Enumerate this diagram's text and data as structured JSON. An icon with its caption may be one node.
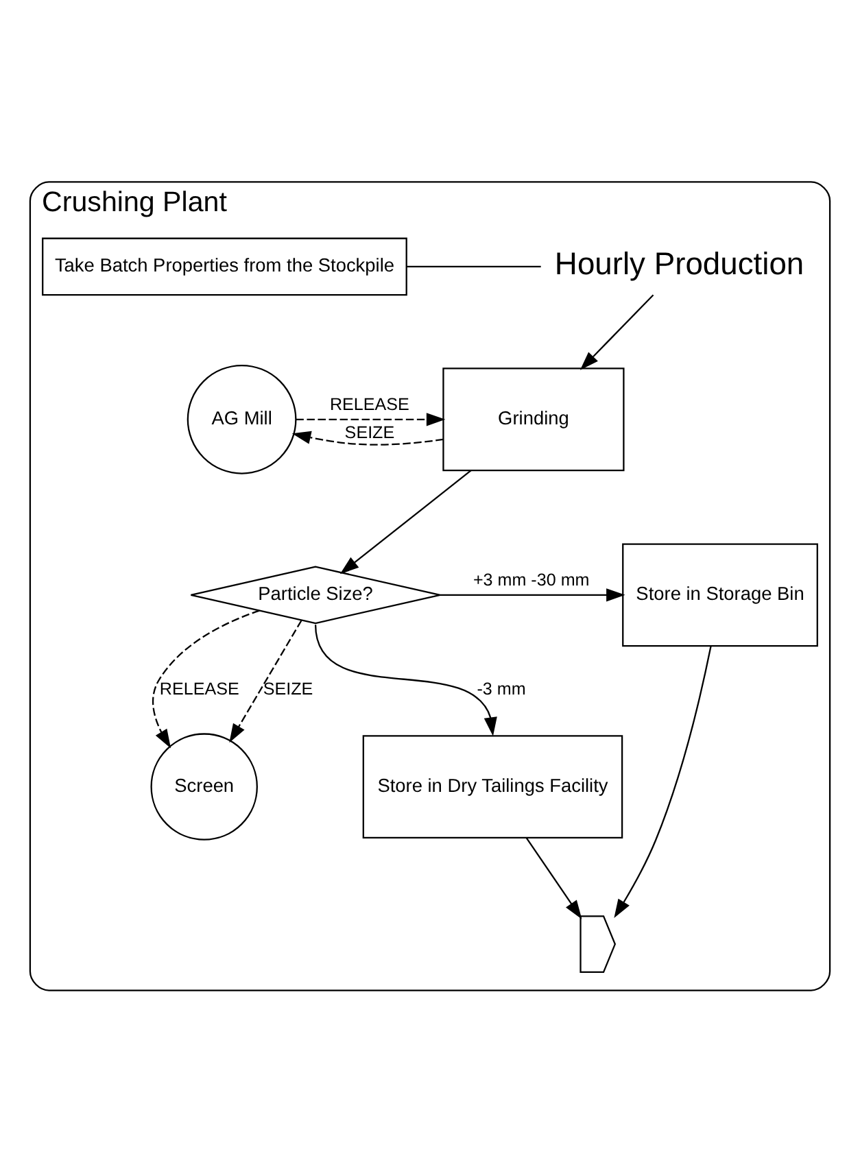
{
  "diagram": {
    "nodes": [
      {
        "text": [
          "Crushing Plant"
        ]
      },
      {
        "text": [
          "Hourly Production"
        ],
        "in": 0
      },
      {
        "text": [
          "Take Batch Properties from the Stockpile"
        ],
        "in": 0
      },
      {
        "text": [
          "Grinding"
        ],
        "in": 0
      },
      {
        "text": [
          "AG Mill"
        ],
        "in": 0
      },
      {
        "text": [
          "Particle Size?"
        ],
        "in": 0
      },
      {
        "text": [
          "Screen"
        ],
        "in": 0
      },
      {
        "text": [
          "Store in Storage Bin"
        ],
        "in": 0
      },
      {
        "text": [
          "Store in Dry Tailings Facility"
        ],
        "in": 0
      },
      {
        "text": [],
        "shape": "zigzag",
        "in": 0
      }
    ],
    "edges": [
      {
        "from": 1,
        "to": 3,
        "arrow": "to"
      },
      {
        "from": 2,
        "to": 1,
        "arrow": "none"
      },
      {
        "from": 3,
        "to": 4,
        "arrow": "to",
        "label": "SEIZE",
        "style": "dashed"
      },
      {
        "from": 4,
        "to": 3,
        "arrow": "to",
        "label": "RELEASE",
        "style": "dashed"
      },
      {
        "from": 3,
        "to": 5,
        "arrow": "to"
      },
      {
        "from": 5,
        "to": 6,
        "arrow": "to",
        "label": "SEIZE",
        "style": "dashed"
      },
      {
        "from": 5,
        "to": 6,
        "arrow": "to",
        "label": "RELEASE",
        "style": "dashed"
      },
      {
        "from": 5,
        "to": 7,
        "arrow": "to",
        "label": "+3 mm -30 mm"
      },
      {
        "from": 5,
        "to": 8,
        "arrow": "to",
        "label": "-3 mm"
      },
      {
        "from": 8,
        "to": 9,
        "arrow": "to"
      },
      {
        "from": 7,
        "to": 9,
        "arrow": "to"
      }
    ]
  }
}
